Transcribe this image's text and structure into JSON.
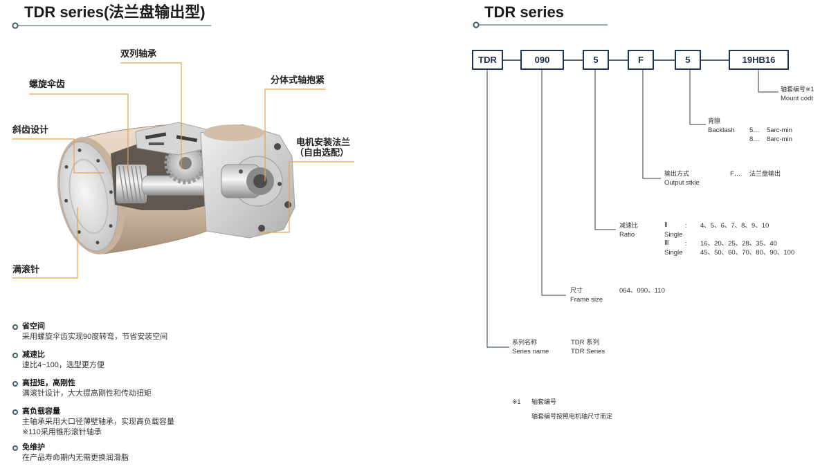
{
  "colors": {
    "callout_line": "#eaa14d",
    "code_box_border": "#1e3556",
    "title_accent": "#3f6068"
  },
  "left": {
    "title": "TDR series(法兰盘输出型)",
    "callouts": {
      "double_row_bearing": "双列轴承",
      "spiral_bevel_gear": "螺旋伞齿",
      "split_shaft_clamp": "分体式轴抱紧",
      "helical_gear": "斜齿设计",
      "motor_flange": "电机安装法兰",
      "motor_flange_note": "（自由选配）",
      "full_needle_rollers": "满滚针"
    },
    "features": [
      {
        "title": "省空间",
        "lines": [
          "采用螺旋伞齿实现90度转弯，节省安装空间"
        ]
      },
      {
        "title": "减速比",
        "lines": [
          "速比4~100，选型更方便"
        ]
      },
      {
        "title": "高扭矩，高刚性",
        "lines": [
          "满滚针设计，大大提高刚性和传动扭矩"
        ]
      },
      {
        "title": "高负载容量",
        "lines": [
          "主轴承采用大口径薄壁轴承，实现高负载容量",
          "※110采用锥形滚针轴承"
        ]
      },
      {
        "title": "免维护",
        "lines": [
          "在产品寿命期内无需更换润滑脂"
        ]
      }
    ]
  },
  "right": {
    "title": "TDR series",
    "code": [
      "TDR",
      "090",
      "5",
      "F",
      "5",
      "19HB16"
    ],
    "series": {
      "label_cn": "系列名称",
      "label_en": "Series name",
      "value_cn": "TDR 系列",
      "value_en": "TDR Series"
    },
    "frame_size": {
      "label_cn": "尺寸",
      "label_en": "Frame size",
      "values": "064、090、110"
    },
    "ratio": {
      "label_cn": "减速比",
      "label_en": "Ratio",
      "groups": [
        {
          "mark": "Ⅱ",
          "sep": ":",
          "sub": "Single",
          "values": [
            "4、5、6、7、8、9、10"
          ]
        },
        {
          "mark": "Ⅲ",
          "sep": ":",
          "sub": "Single",
          "values": [
            "16、20、25、28、35、40",
            "45、50、60、70、80、90、100"
          ]
        }
      ]
    },
    "output": {
      "label_cn": "输出方式",
      "label_en": "Output stkle",
      "options": [
        {
          "code": "F…",
          "value": "法兰盘输出"
        }
      ]
    },
    "backlash": {
      "label_cn": "背隙",
      "label_en": "Backlash",
      "options": [
        {
          "code": "5…",
          "value": "5arc-min"
        },
        {
          "code": "8…",
          "value": "8arc-min"
        }
      ]
    },
    "mount_code": {
      "label_cn": "轴套编号※1",
      "label_en": "Mount codt"
    },
    "footnote": {
      "mark": "※1",
      "title": "轴套编号",
      "text": "轴套编号按照电机轴尺寸而定"
    }
  }
}
